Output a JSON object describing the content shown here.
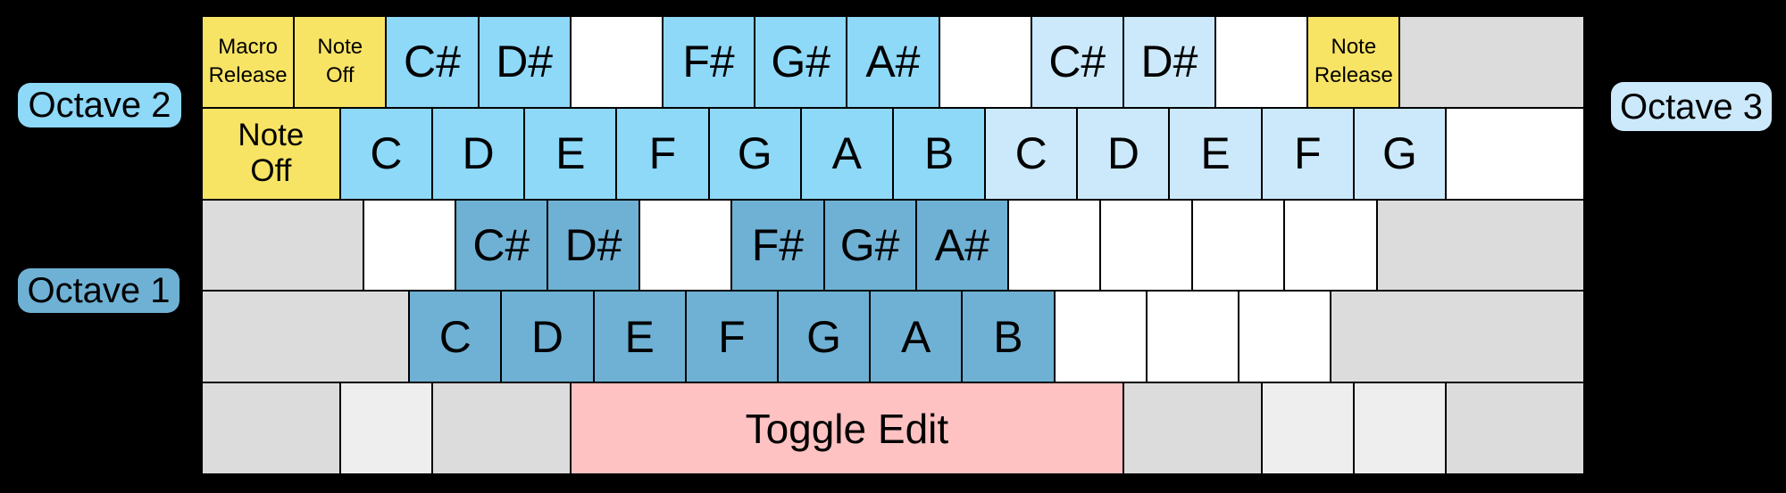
{
  "labels": {
    "octave1": "Octave 1",
    "octave2": "Octave 2",
    "octave3": "Octave 3"
  },
  "colors": {
    "sky": "#8ed8f8",
    "light": "#cbe9fb",
    "steel": "#6fb1d4",
    "yellow": "#f8e464",
    "pink": "#ffc2c2",
    "gray": "#dcdcdc",
    "lightgray": "#eeeeee",
    "white": "#ffffff",
    "background": "#000000",
    "border": "#000000",
    "text": "#000000"
  },
  "keyboard": {
    "units_per_row": 15,
    "rows": [
      {
        "name": "key-row-1",
        "keys": [
          {
            "u": 1,
            "c": "yellow",
            "cls": "t-small",
            "label": "Macro\nRelease",
            "name": "key-grave-macro-release"
          },
          {
            "u": 1,
            "c": "yellow",
            "cls": "t-small",
            "label": "Note\nOff",
            "name": "key-1-note-off"
          },
          {
            "u": 1,
            "c": "sky",
            "cls": "t-note",
            "label": "C#",
            "name": "key-2-csharp-oct2"
          },
          {
            "u": 1,
            "c": "sky",
            "cls": "t-note",
            "label": "D#",
            "name": "key-3-dsharp-oct2"
          },
          {
            "u": 1,
            "c": "white",
            "cls": "t-note",
            "label": "",
            "name": "key-4-unmapped"
          },
          {
            "u": 1,
            "c": "sky",
            "cls": "t-note",
            "label": "F#",
            "name": "key-5-fsharp-oct2"
          },
          {
            "u": 1,
            "c": "sky",
            "cls": "t-note",
            "label": "G#",
            "name": "key-6-gsharp-oct2"
          },
          {
            "u": 1,
            "c": "sky",
            "cls": "t-note",
            "label": "A#",
            "name": "key-7-asharp-oct2"
          },
          {
            "u": 1,
            "c": "white",
            "cls": "t-note",
            "label": "",
            "name": "key-8-unmapped"
          },
          {
            "u": 1,
            "c": "light",
            "cls": "t-note",
            "label": "C#",
            "name": "key-9-csharp-oct3"
          },
          {
            "u": 1,
            "c": "light",
            "cls": "t-note",
            "label": "D#",
            "name": "key-0-dsharp-oct3"
          },
          {
            "u": 1,
            "c": "white",
            "cls": "t-note",
            "label": "",
            "name": "key-minus-unmapped"
          },
          {
            "u": 1,
            "c": "yellow",
            "cls": "t-small",
            "label": "Note\nRelease",
            "name": "key-equals-note-release"
          },
          {
            "u": 2,
            "c": "gray",
            "cls": "t-note",
            "label": "",
            "name": "key-backspace-unmapped"
          }
        ]
      },
      {
        "name": "key-row-2",
        "keys": [
          {
            "u": 1.5,
            "c": "yellow",
            "cls": "t-med",
            "label": "Note\nOff",
            "name": "key-tab-note-off"
          },
          {
            "u": 1,
            "c": "sky",
            "cls": "t-note",
            "label": "C",
            "name": "key-q-c-oct2"
          },
          {
            "u": 1,
            "c": "sky",
            "cls": "t-note",
            "label": "D",
            "name": "key-w-d-oct2"
          },
          {
            "u": 1,
            "c": "sky",
            "cls": "t-note",
            "label": "E",
            "name": "key-e-e-oct2"
          },
          {
            "u": 1,
            "c": "sky",
            "cls": "t-note",
            "label": "F",
            "name": "key-r-f-oct2"
          },
          {
            "u": 1,
            "c": "sky",
            "cls": "t-note",
            "label": "G",
            "name": "key-t-g-oct2"
          },
          {
            "u": 1,
            "c": "sky",
            "cls": "t-note",
            "label": "A",
            "name": "key-y-a-oct2"
          },
          {
            "u": 1,
            "c": "sky",
            "cls": "t-note",
            "label": "B",
            "name": "key-u-b-oct2"
          },
          {
            "u": 1,
            "c": "light",
            "cls": "t-note",
            "label": "C",
            "name": "key-i-c-oct3"
          },
          {
            "u": 1,
            "c": "light",
            "cls": "t-note",
            "label": "D",
            "name": "key-o-d-oct3"
          },
          {
            "u": 1,
            "c": "light",
            "cls": "t-note",
            "label": "E",
            "name": "key-p-e-oct3"
          },
          {
            "u": 1,
            "c": "light",
            "cls": "t-note",
            "label": "F",
            "name": "key-lbracket-f-oct3"
          },
          {
            "u": 1,
            "c": "light",
            "cls": "t-note",
            "label": "G",
            "name": "key-rbracket-g-oct3"
          },
          {
            "u": 1.5,
            "c": "white",
            "cls": "t-note",
            "label": "",
            "name": "key-backslash-unmapped"
          }
        ]
      },
      {
        "name": "key-row-3",
        "keys": [
          {
            "u": 1.75,
            "c": "gray",
            "cls": "t-note",
            "label": "",
            "name": "key-capslock-unmapped"
          },
          {
            "u": 1,
            "c": "white",
            "cls": "t-note",
            "label": "",
            "name": "key-a-unmapped"
          },
          {
            "u": 1,
            "c": "steel",
            "cls": "t-note",
            "label": "C#",
            "name": "key-s-csharp-oct1"
          },
          {
            "u": 1,
            "c": "steel",
            "cls": "t-note",
            "label": "D#",
            "name": "key-d-dsharp-oct1"
          },
          {
            "u": 1,
            "c": "white",
            "cls": "t-note",
            "label": "",
            "name": "key-f-unmapped"
          },
          {
            "u": 1,
            "c": "steel",
            "cls": "t-note",
            "label": "F#",
            "name": "key-g-fsharp-oct1"
          },
          {
            "u": 1,
            "c": "steel",
            "cls": "t-note",
            "label": "G#",
            "name": "key-h-gsharp-oct1"
          },
          {
            "u": 1,
            "c": "steel",
            "cls": "t-note",
            "label": "A#",
            "name": "key-j-asharp-oct1"
          },
          {
            "u": 1,
            "c": "white",
            "cls": "t-note",
            "label": "",
            "name": "key-k-unmapped"
          },
          {
            "u": 1,
            "c": "white",
            "cls": "t-note",
            "label": "",
            "name": "key-l-unmapped"
          },
          {
            "u": 1,
            "c": "white",
            "cls": "t-note",
            "label": "",
            "name": "key-semicolon-unmapped"
          },
          {
            "u": 1,
            "c": "white",
            "cls": "t-note",
            "label": "",
            "name": "key-quote-unmapped"
          },
          {
            "u": 2.25,
            "c": "gray",
            "cls": "t-note",
            "label": "",
            "name": "key-enter-unmapped"
          }
        ]
      },
      {
        "name": "key-row-4",
        "keys": [
          {
            "u": 2.25,
            "c": "gray",
            "cls": "t-note",
            "label": "",
            "name": "key-lshift-unmapped"
          },
          {
            "u": 1,
            "c": "steel",
            "cls": "t-note",
            "label": "C",
            "name": "key-z-c-oct1"
          },
          {
            "u": 1,
            "c": "steel",
            "cls": "t-note",
            "label": "D",
            "name": "key-x-d-oct1"
          },
          {
            "u": 1,
            "c": "steel",
            "cls": "t-note",
            "label": "E",
            "name": "key-c-e-oct1"
          },
          {
            "u": 1,
            "c": "steel",
            "cls": "t-note",
            "label": "F",
            "name": "key-v-f-oct1"
          },
          {
            "u": 1,
            "c": "steel",
            "cls": "t-note",
            "label": "G",
            "name": "key-b-g-oct1"
          },
          {
            "u": 1,
            "c": "steel",
            "cls": "t-note",
            "label": "A",
            "name": "key-n-a-oct1"
          },
          {
            "u": 1,
            "c": "steel",
            "cls": "t-note",
            "label": "B",
            "name": "key-m-b-oct1"
          },
          {
            "u": 1,
            "c": "white",
            "cls": "t-note",
            "label": "",
            "name": "key-comma-unmapped"
          },
          {
            "u": 1,
            "c": "white",
            "cls": "t-note",
            "label": "",
            "name": "key-period-unmapped"
          },
          {
            "u": 1,
            "c": "white",
            "cls": "t-note",
            "label": "",
            "name": "key-slash-unmapped"
          },
          {
            "u": 2.75,
            "c": "gray",
            "cls": "t-note",
            "label": "",
            "name": "key-rshift-unmapped"
          }
        ]
      },
      {
        "name": "key-row-5",
        "keys": [
          {
            "u": 1.5,
            "c": "gray",
            "cls": "t-note",
            "label": "",
            "name": "key-lctrl-unmapped"
          },
          {
            "u": 1,
            "c": "lightgray",
            "cls": "t-note",
            "label": "",
            "name": "key-lwin-unmapped"
          },
          {
            "u": 1.5,
            "c": "gray",
            "cls": "t-note",
            "label": "",
            "name": "key-lalt-unmapped"
          },
          {
            "u": 6,
            "c": "pink",
            "cls": "t-space",
            "label": "Toggle Edit",
            "name": "key-space-toggle-edit"
          },
          {
            "u": 1.5,
            "c": "gray",
            "cls": "t-note",
            "label": "",
            "name": "key-ralt-unmapped"
          },
          {
            "u": 1,
            "c": "lightgray",
            "cls": "t-note",
            "label": "",
            "name": "key-rwin-unmapped"
          },
          {
            "u": 1,
            "c": "lightgray",
            "cls": "t-note",
            "label": "",
            "name": "key-menu-unmapped"
          },
          {
            "u": 1.5,
            "c": "gray",
            "cls": "t-note",
            "label": "",
            "name": "key-rctrl-unmapped"
          }
        ]
      }
    ]
  }
}
